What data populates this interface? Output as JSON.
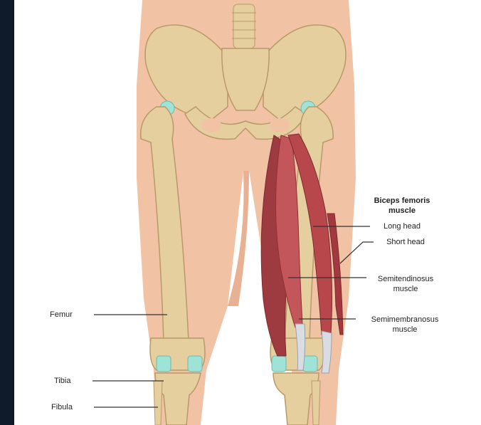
{
  "colors": {
    "background_dark": "#0f1a2b",
    "panel": "#ffffff",
    "skin": "#f1c3a4",
    "bone": "#e6cf9e",
    "cartilage": "#9fe3d7",
    "muscle": "#b8474b",
    "tendon": "#d9dde3"
  },
  "labels": {
    "biceps_title_line1": "Biceps femoris",
    "biceps_title_line2": "muscle",
    "long_head": "Long head",
    "short_head": "Short head",
    "semitendinosus_line1": "Semitendinosus",
    "semitendinosus_line2": "muscle",
    "semimembranosus_line1": "Semimembranosus",
    "semimembranosus_line2": "muscle",
    "femur": "Femur",
    "tibia": "Tibia",
    "fibula": "Fibula"
  }
}
